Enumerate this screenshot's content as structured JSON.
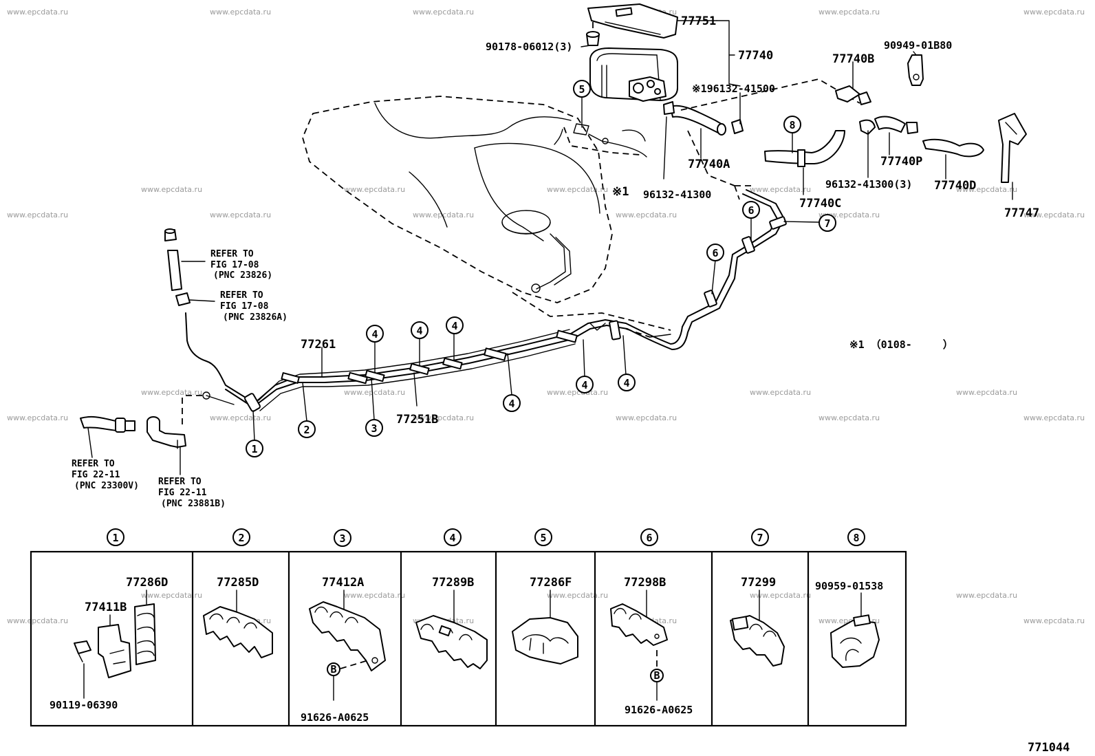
{
  "watermark": "www.epcdata.ru",
  "figure_code": "771044",
  "note": "※1 （0108-　　　）",
  "part_labels": {
    "77751": "77751",
    "77740": "77740",
    "90178_06012": "90178-06012(3)",
    "96132_41500": "※196132-41500",
    "77740B": "77740B",
    "90949_01B80": "90949-01B80",
    "77740A": "77740A",
    "96132_41300": "96132-41300",
    "star1": "※1",
    "77740C": "77740C",
    "96132_41300_3": "96132-41300(3)",
    "77740P": "77740P",
    "77740D": "77740D",
    "77747": "77747",
    "77261": "77261",
    "77251B": "77251B"
  },
  "refers": [
    {
      "line1": "REFER TO",
      "line2": "FIG 17-08",
      "line3": "(PNC 23826)"
    },
    {
      "line1": "REFER TO",
      "line2": "FIG 17-08",
      "line3": "(PNC 23826A)"
    },
    {
      "line1": "REFER TO",
      "line2": "FIG 22-11",
      "line3": "(PNC 23300V)"
    },
    {
      "line1": "REFER TO",
      "line2": "FIG 22-11",
      "line3": "(PNC 23881B)"
    }
  ],
  "callouts": [
    "1",
    "2",
    "3",
    "4",
    "5",
    "6",
    "7",
    "8",
    "B"
  ],
  "legend": [
    {
      "num": "1",
      "parts": [
        "77286D",
        "77411B",
        "90119-06390"
      ]
    },
    {
      "num": "2",
      "parts": [
        "77285D"
      ]
    },
    {
      "num": "3",
      "parts": [
        "77412A",
        "91626-A0625"
      ]
    },
    {
      "num": "4",
      "parts": [
        "77289B"
      ]
    },
    {
      "num": "5",
      "parts": [
        "77286F"
      ]
    },
    {
      "num": "6",
      "parts": [
        "77298B",
        "91626-A0625"
      ]
    },
    {
      "num": "7",
      "parts": [
        "77299"
      ]
    },
    {
      "num": "8",
      "parts": [
        "90959-01538"
      ]
    }
  ]
}
